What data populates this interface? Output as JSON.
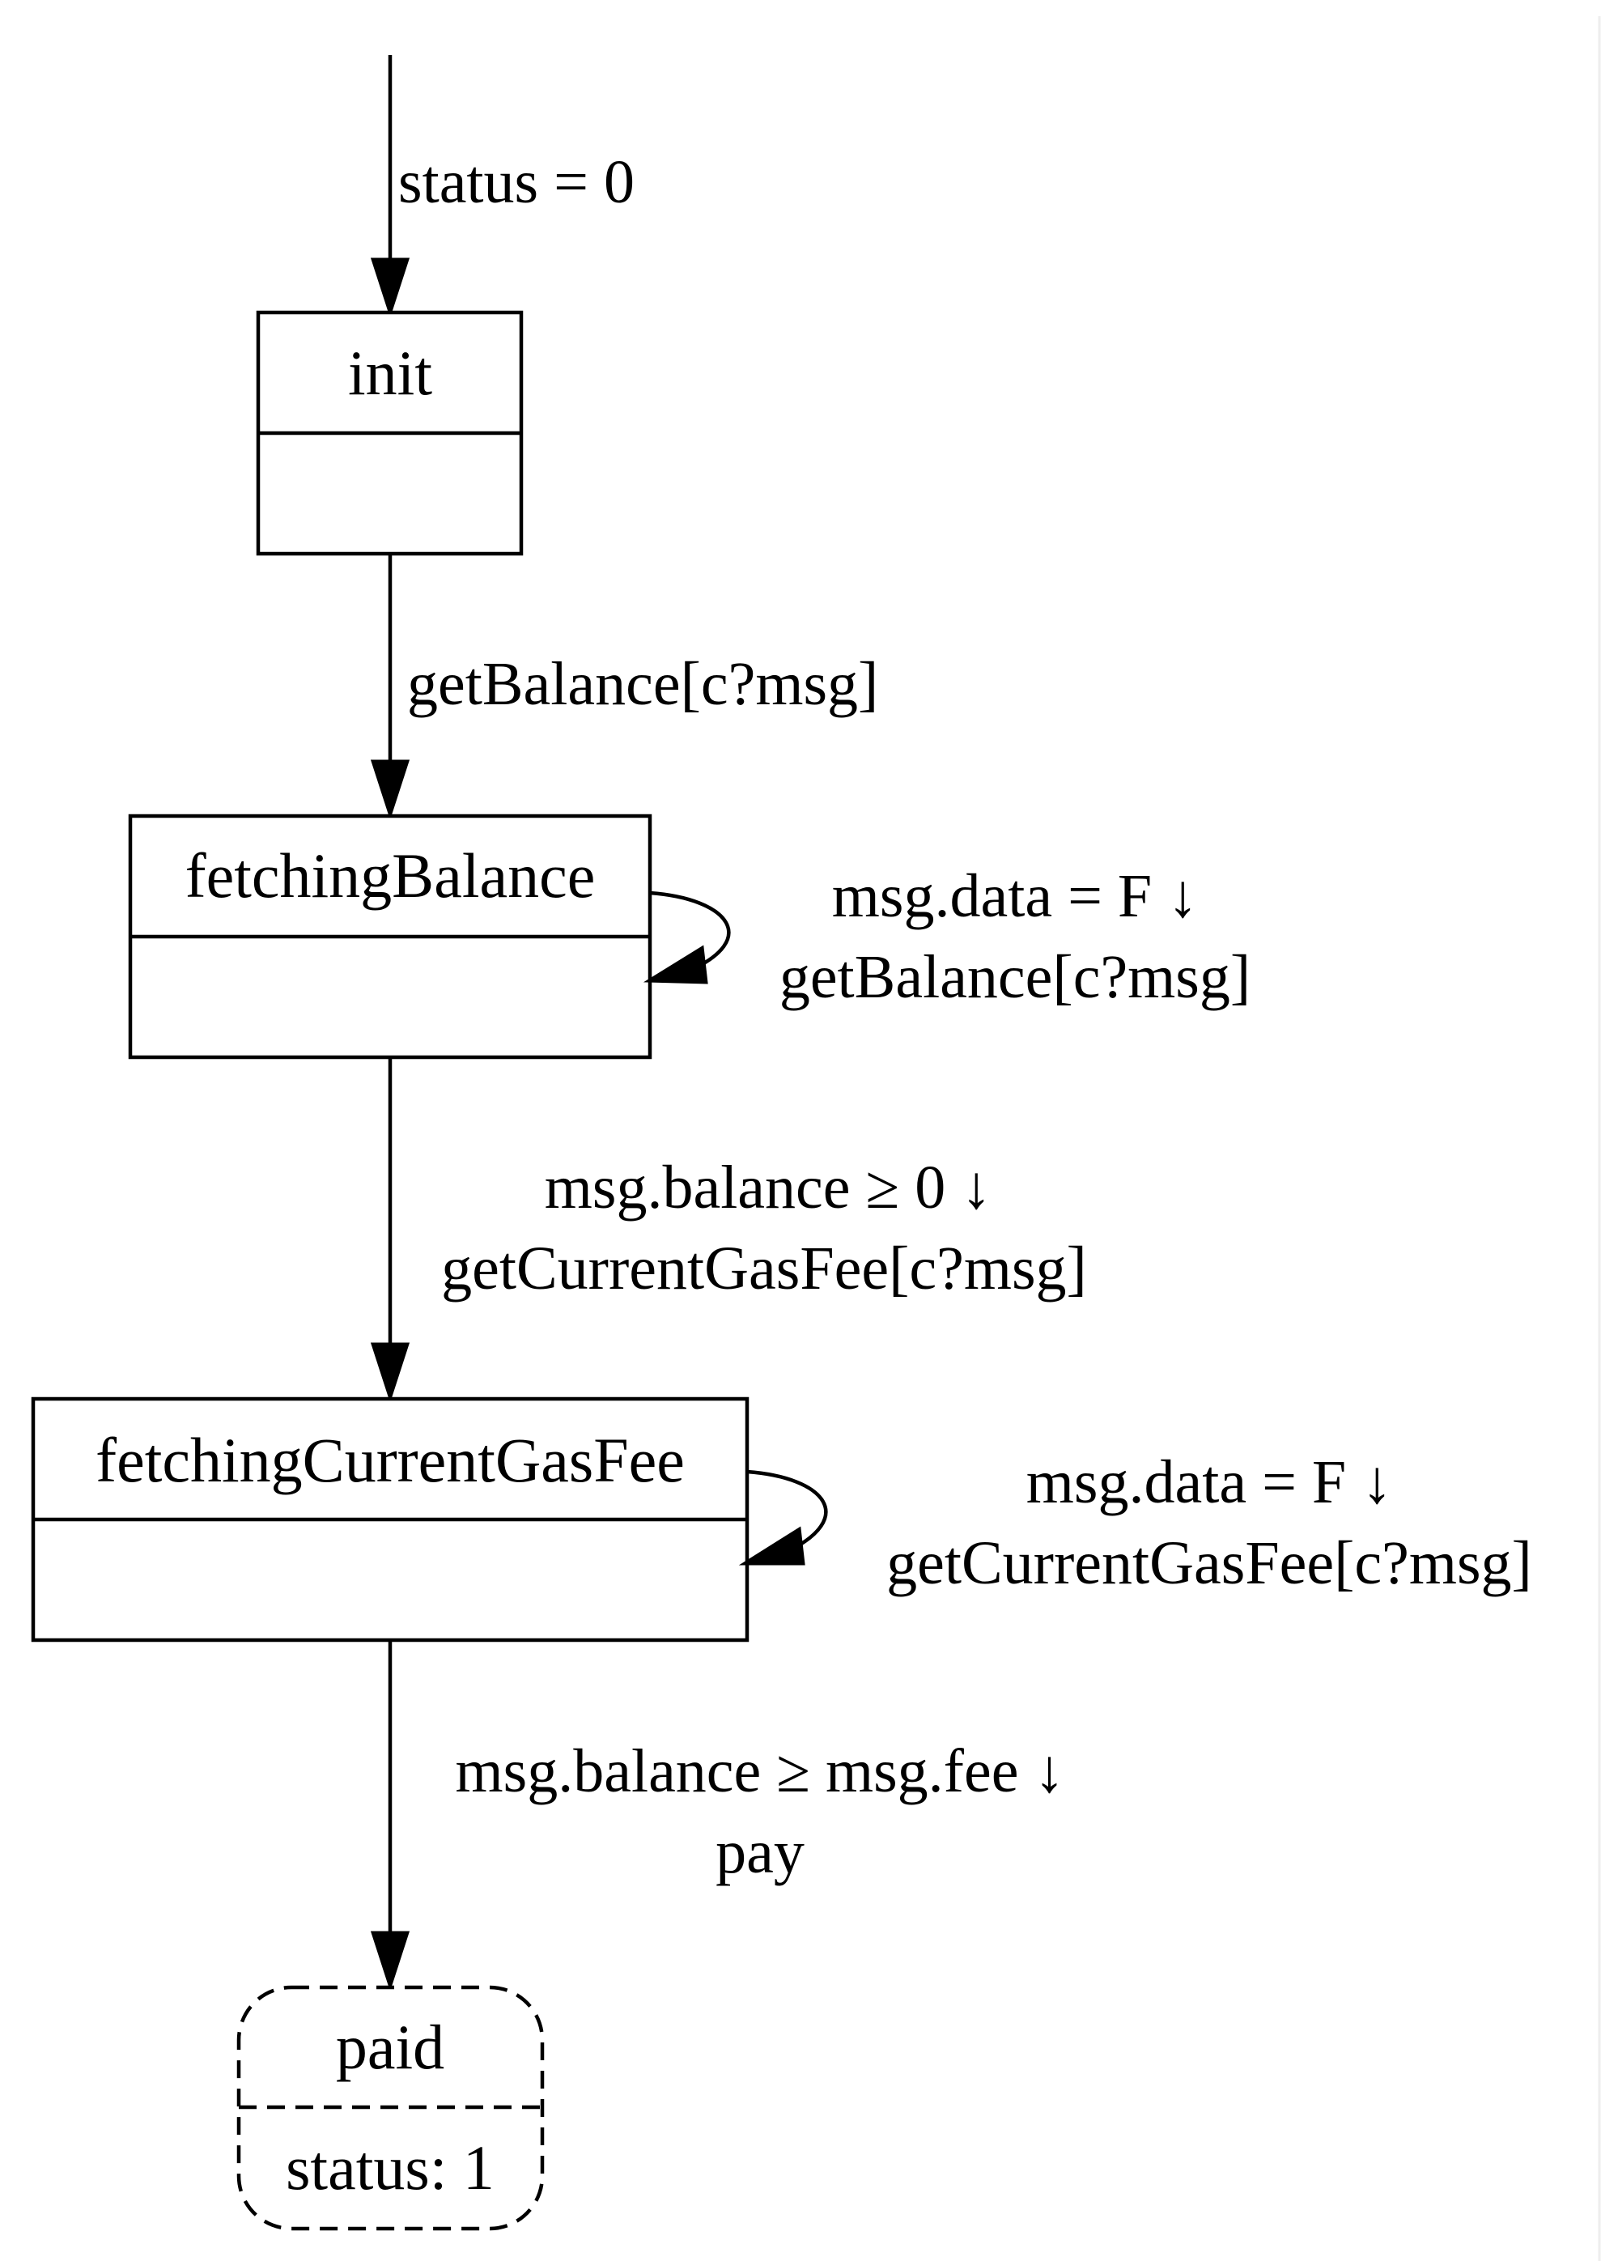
{
  "states": {
    "init": {
      "name": "init"
    },
    "fetching_balance": {
      "name": "fetchingBalance"
    },
    "fetching_gas_fee": {
      "name": "fetchingCurrentGasFee"
    },
    "paid": {
      "name": "paid",
      "body": "status: 1"
    }
  },
  "transitions": {
    "start": {
      "label": "status = 0"
    },
    "init_to_balance": {
      "label": "getBalance[c?msg]"
    },
    "balance_loop": {
      "line1": "msg.data = F ↓",
      "line2": "getBalance[c?msg]"
    },
    "balance_to_gas": {
      "line1": "msg.balance ≥ 0 ↓",
      "line2": "getCurrentGasFee[c?msg]"
    },
    "gas_loop": {
      "line1": "msg.data = F ↓",
      "line2": "getCurrentGasFee[c?msg]"
    },
    "gas_to_paid": {
      "line1": "msg.balance ≥ msg.fee ↓",
      "line2": "pay"
    }
  },
  "colors": {
    "stroke": "#000000",
    "background": "#ffffff",
    "right_border": "#eeeeee"
  }
}
